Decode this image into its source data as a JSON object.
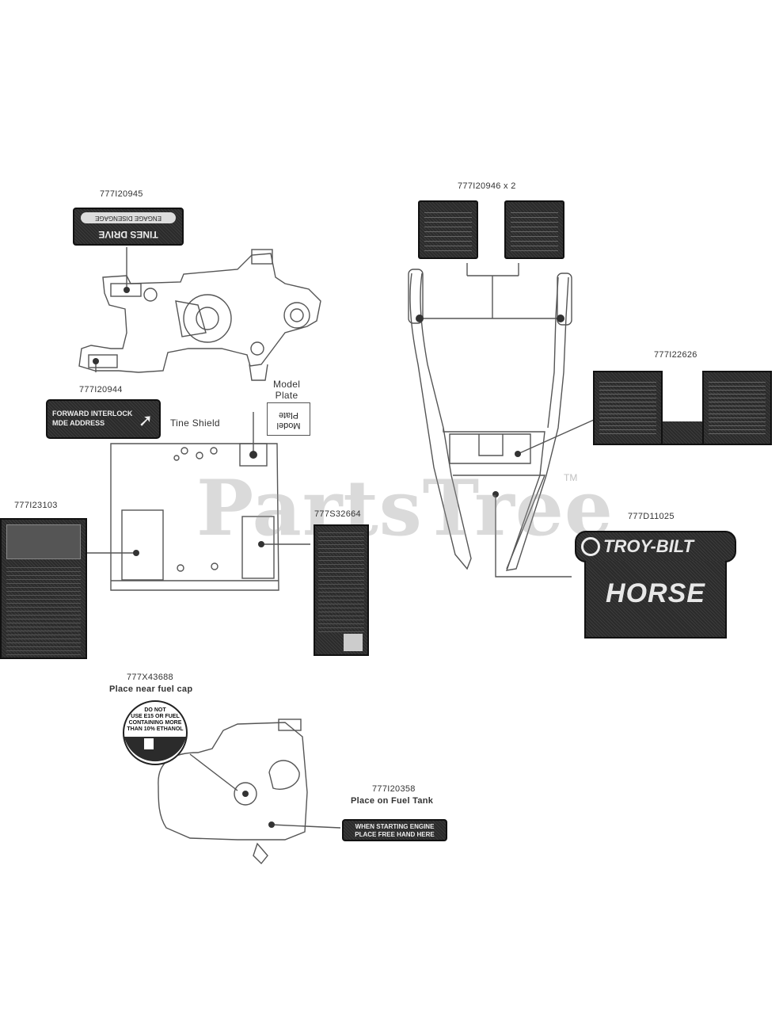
{
  "watermark": {
    "text": "PartsTree",
    "tm": "TM"
  },
  "parts": [
    {
      "part_number": "777I20945"
    },
    {
      "part_number": "777I20944"
    },
    {
      "part_number": "777I23103"
    },
    {
      "part_number": "777S32664"
    },
    {
      "part_number": "777X43688",
      "note": "Place near fuel cap"
    },
    {
      "part_number": "777I20358",
      "note": "Place on Fuel Tank"
    },
    {
      "part_number": "777I20946 x 2"
    },
    {
      "part_number": "777I22626"
    },
    {
      "part_number": "777D11025"
    }
  ],
  "callouts": {
    "model_plate": "Model\nPlate",
    "model_plate_inner": "Model\nPlate",
    "tine_shield": "Tine Shield"
  },
  "decal_text": {
    "forward_interlock": "FORWARD INTERLOCK\nMDE ADDRESS",
    "fuel_do_not": "DO NOT\nUSE E15 OR FUEL\nCONTAINING MORE\nTHAN 10% ETHANOL",
    "starting_engine": "WHEN STARTING ENGINE\nPLACE FREE HAND HERE",
    "brand": "TROY-BILT",
    "model_name": "HORSE",
    "clutch_top": "ENGAGE   DISENGAGE",
    "clutch_bottom": "TINES  DRIVE"
  },
  "colors": {
    "decal": "#2b2b2b",
    "line": "#555555",
    "watermark": "#969696"
  }
}
